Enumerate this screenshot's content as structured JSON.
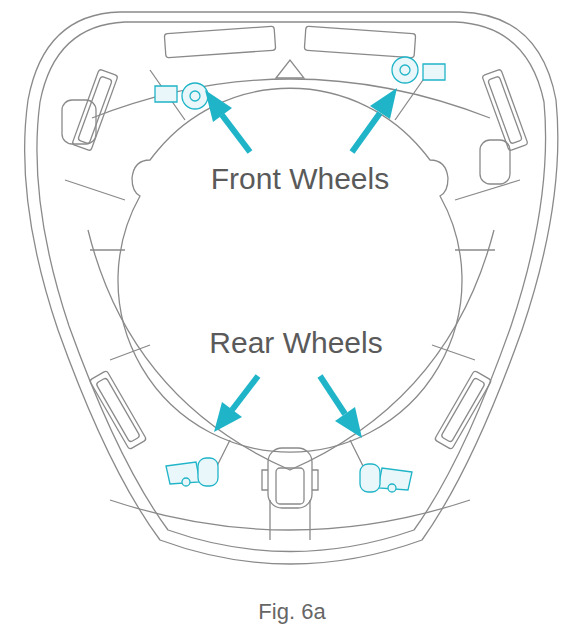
{
  "diagram": {
    "caption": "Fig. 6a",
    "labels": [
      "Front Wheels",
      "Rear Wheels"
    ]
  }
}
